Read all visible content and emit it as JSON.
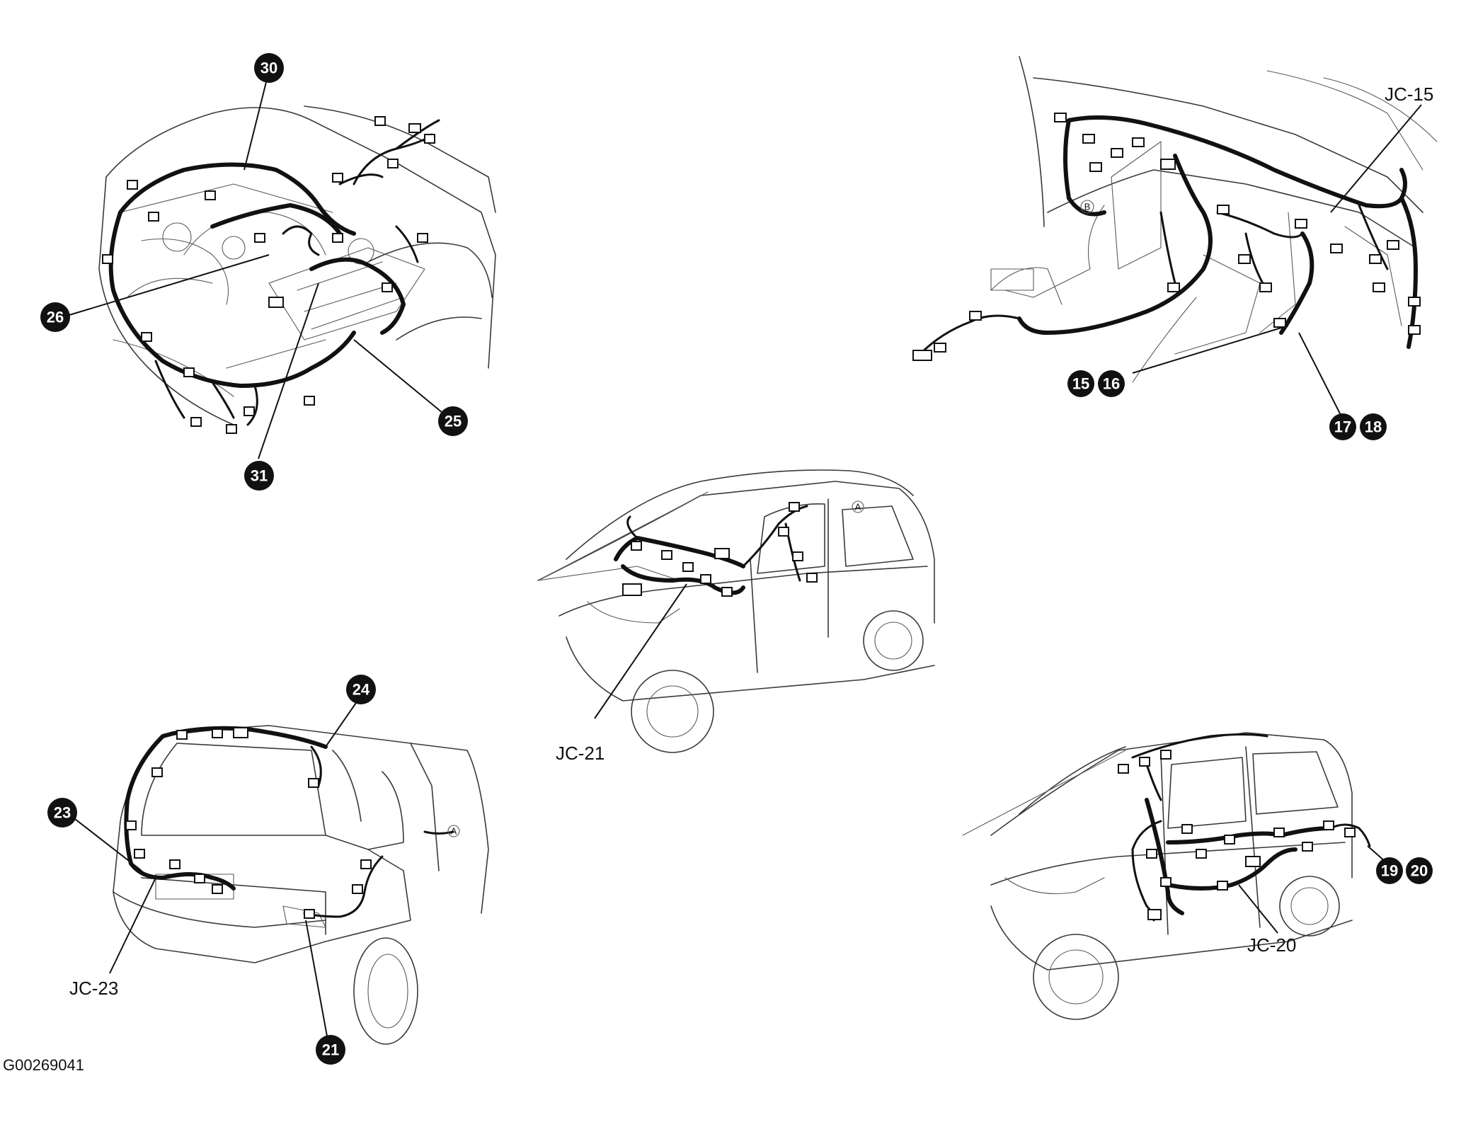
{
  "figure_id": "G00269041",
  "callouts": {
    "c30": "30",
    "c26": "26",
    "c25": "25",
    "c31": "31",
    "c15": "15",
    "c16": "16",
    "c17": "17",
    "c18": "18",
    "c24": "24",
    "c23": "23",
    "c21": "21",
    "c19": "19",
    "c20": "20"
  },
  "labels": {
    "jc15": "JC-15",
    "jc21": "JC-21",
    "jc23": "JC-23",
    "jc20": "JC-20"
  },
  "markers": {
    "a1": "A",
    "a2": "A",
    "b1": "B"
  }
}
